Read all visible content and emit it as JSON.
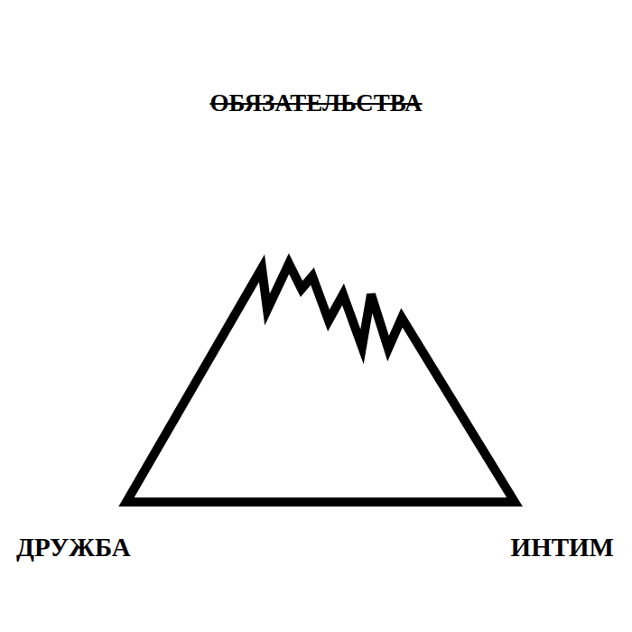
{
  "diagram": {
    "labels": [
      "ОБЯЗАТЕЛЬСТВА",
      "ДРУЖБА",
      "ИНТИМ"
    ]
  }
}
